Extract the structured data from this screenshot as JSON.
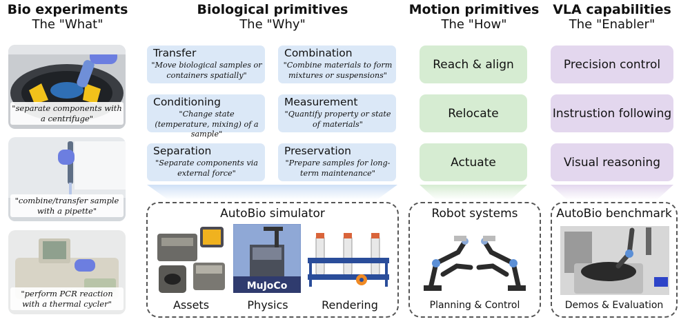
{
  "columns": {
    "bio": {
      "title": "Bio experiments",
      "subtitle": "The \"What\""
    },
    "primitives": {
      "title": "Biological primitives",
      "subtitle": "The \"Why\""
    },
    "motion": {
      "title": "Motion primitives",
      "subtitle": "The \"How\""
    },
    "vla": {
      "title": "VLA capabilities",
      "subtitle": "The \"Enabler\""
    }
  },
  "experiments": [
    {
      "caption": "\"separate components with a centrifuge\""
    },
    {
      "caption": "\"combine/transfer sample with a pipette\""
    },
    {
      "caption": "\"perform PCR reaction with a thermal cycler\""
    }
  ],
  "primitives": [
    {
      "name": "Transfer",
      "desc": "\"Move biological samples or containers spatially\""
    },
    {
      "name": "Combination",
      "desc": "\"Combine materials to form mixtures or suspensions\""
    },
    {
      "name": "Conditioning",
      "desc": "\"Change state (temperature, mixing) of a sample\""
    },
    {
      "name": "Measurement",
      "desc": "\"Quantify property or state of materials\""
    },
    {
      "name": "Separation",
      "desc": "\"Separate components via external force\""
    },
    {
      "name": "Preservation",
      "desc": "\"Prepare samples for long-term maintenance\""
    }
  ],
  "motion_primitives": [
    "Reach & align",
    "Relocate",
    "Actuate"
  ],
  "vla_capabilities": [
    "Precision control",
    "Instrustion following",
    "Visual reasoning"
  ],
  "simulator": {
    "title": "AutoBio simulator",
    "labels": [
      "Assets",
      "Physics",
      "Rendering"
    ],
    "physics_logo": "MuJoCo"
  },
  "robot_systems": {
    "title": "Robot systems",
    "label": "Planning & Control"
  },
  "benchmark": {
    "title": "AutoBio benchmark",
    "label": "Demos & Evaluation"
  },
  "colors": {
    "primitive": "#dbe8f7",
    "motion": "#d6ecd2",
    "vla": "#e3d7ee",
    "funnel": "#cfe0f6"
  }
}
